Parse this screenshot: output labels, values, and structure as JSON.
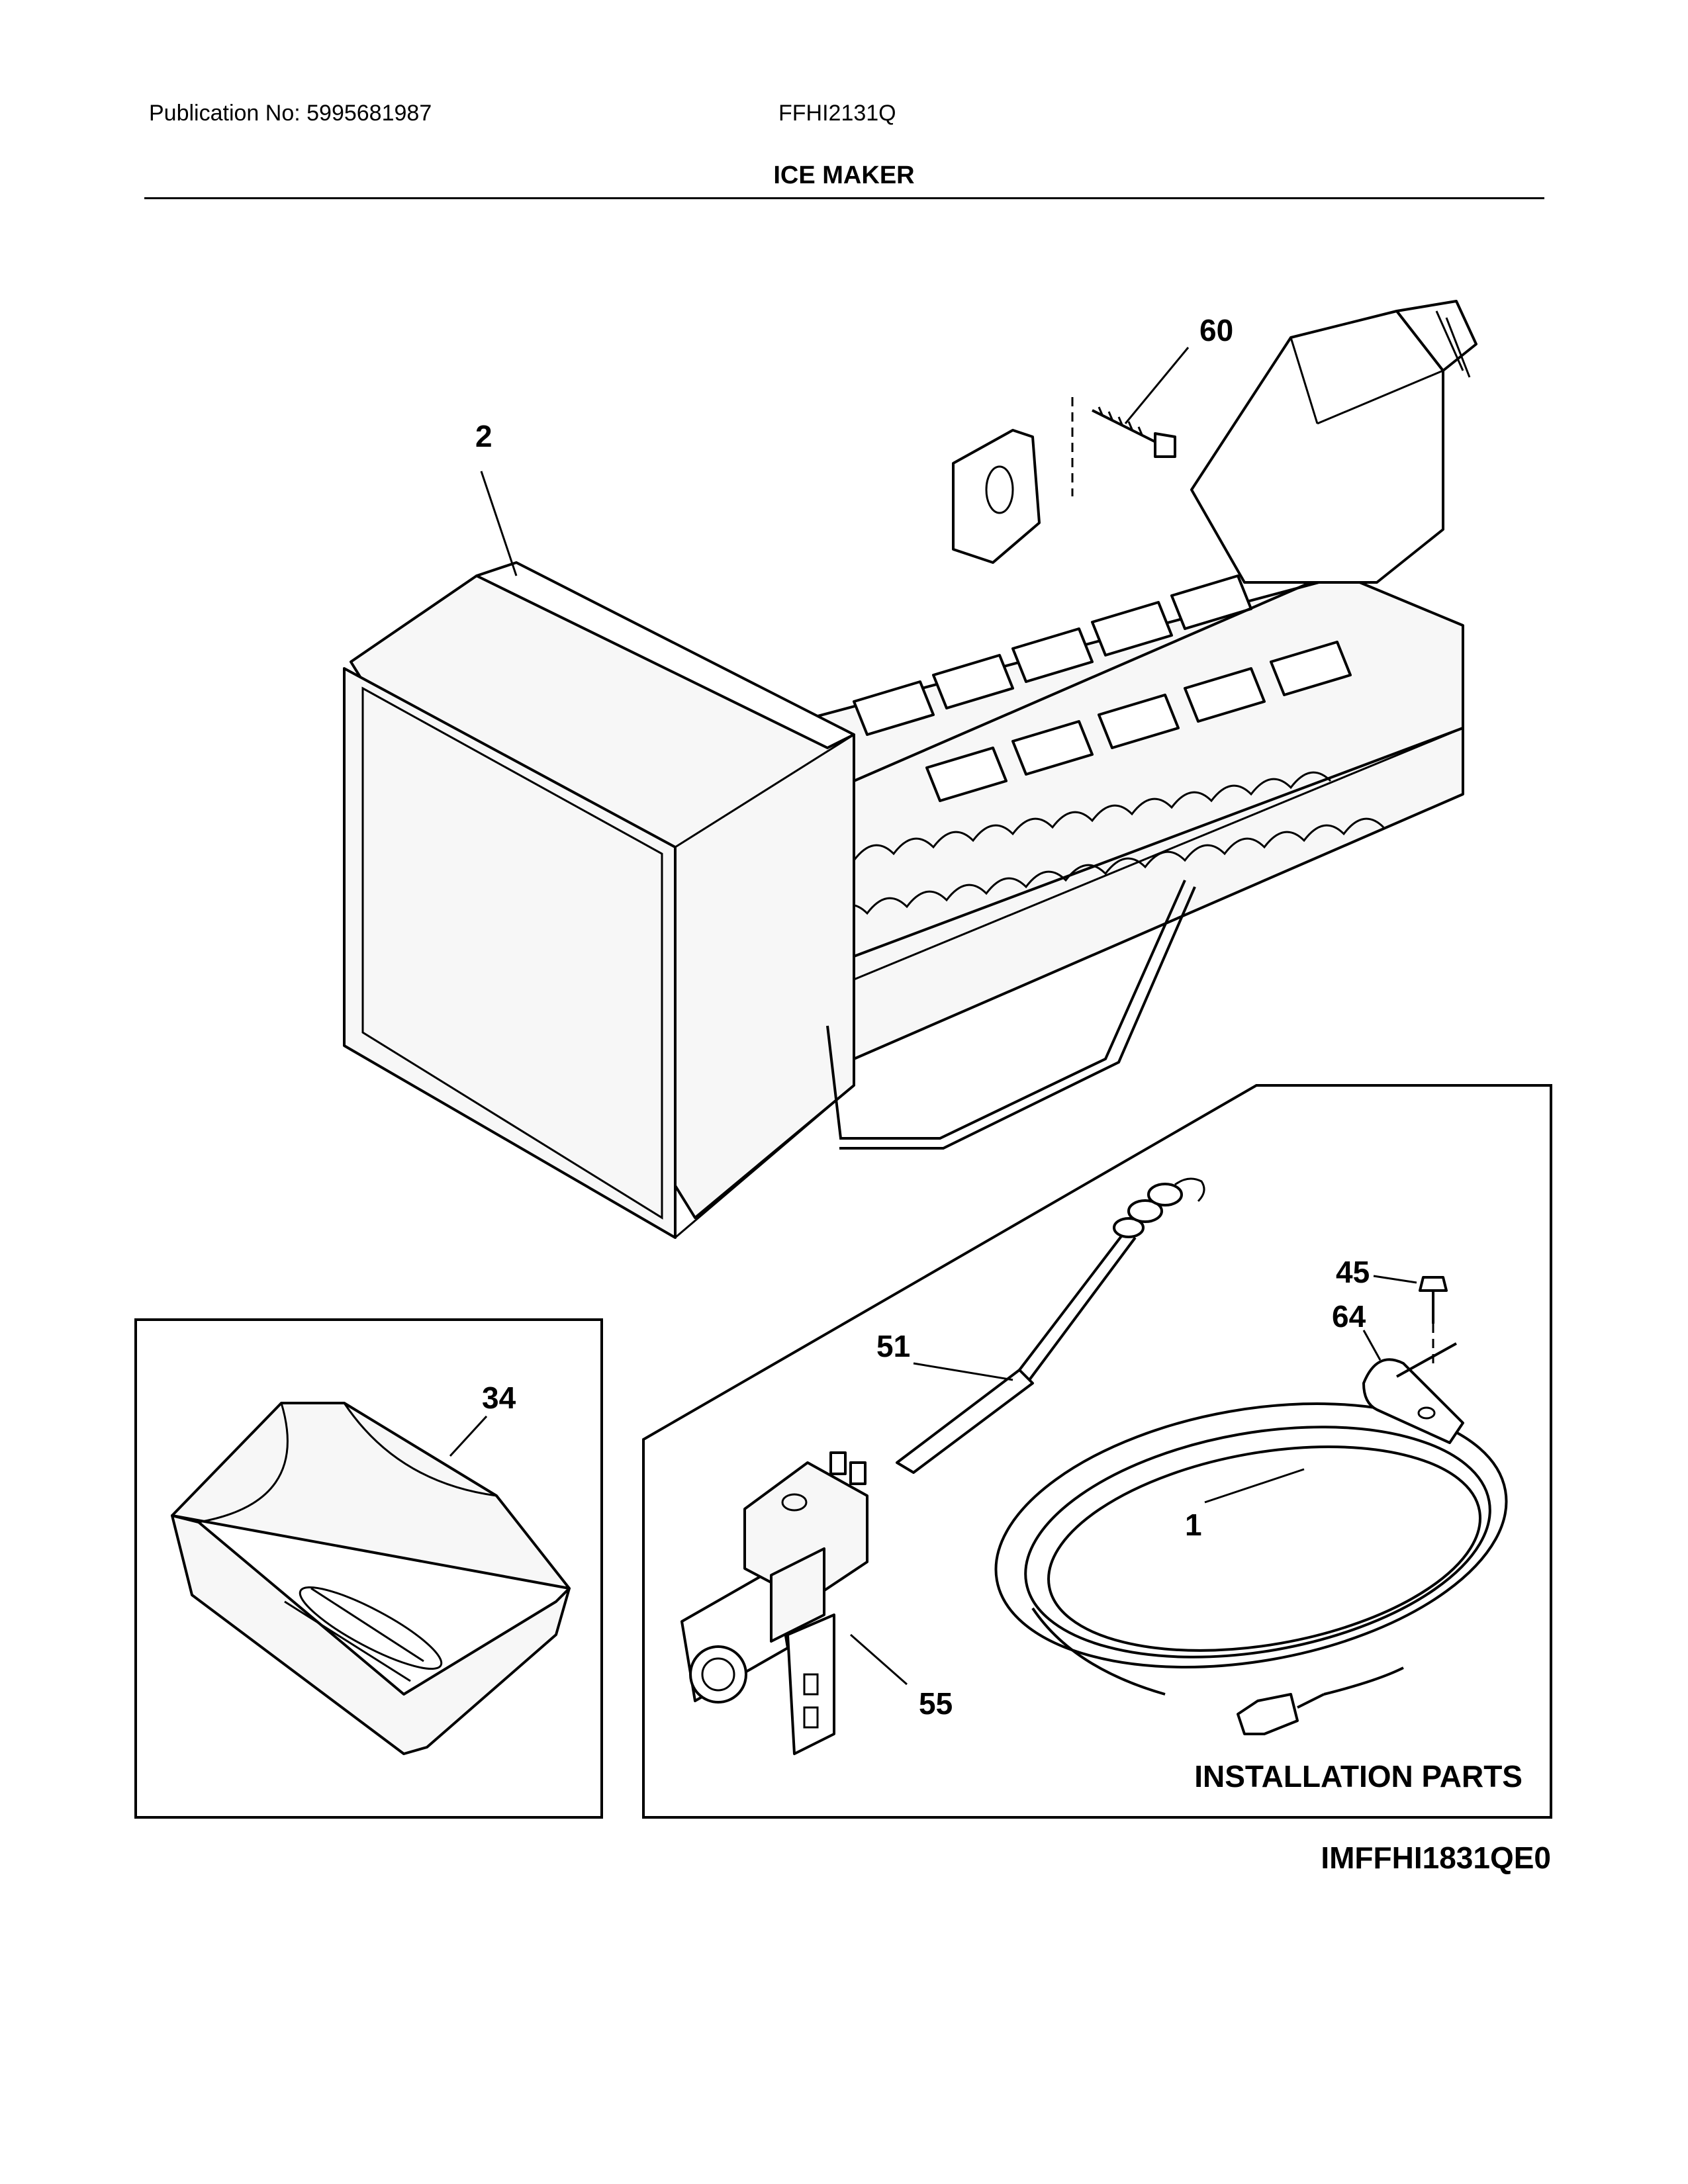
{
  "header": {
    "publication": "Publication No: 5995681987",
    "model": "FFHI2131Q",
    "title": "ICE MAKER"
  },
  "callouts": {
    "c60": "60",
    "c2": "2",
    "c34": "34",
    "c51": "51",
    "c45": "45",
    "c64": "64",
    "c1": "1",
    "c55": "55"
  },
  "boxes": {
    "installation_label": "INSTALLATION PARTS"
  },
  "diagram_id": "IMFFHI1831QE0"
}
